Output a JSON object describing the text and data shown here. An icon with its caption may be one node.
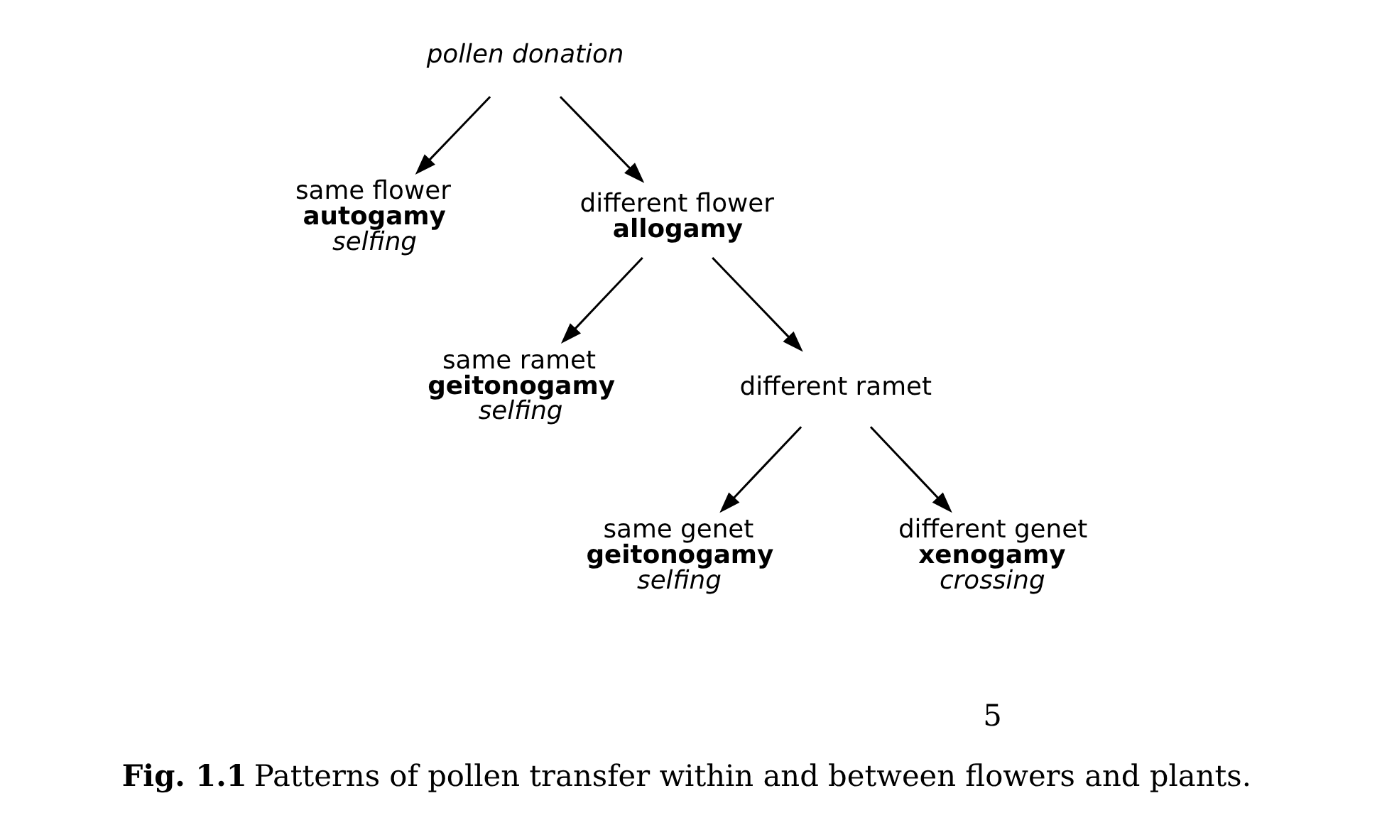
{
  "diagram": {
    "caption": "**Fig. 1.1** Patterns of pollen transfer within and between flowers and plants.",
    "nodes": [
      {
        "text": [
          "pollen donation"
        ]
      },
      {
        "text": [
          "same flower",
          "autogamy",
          "selfing"
        ]
      },
      {
        "text": [
          "different flower",
          "allogamy"
        ]
      },
      {
        "text": [
          "same ramet",
          "geitonogamy",
          "selfing"
        ]
      },
      {
        "text": [
          "different ramet"
        ]
      },
      {
        "text": [
          "same genet",
          "geitonogamy",
          "selfing"
        ]
      },
      {
        "text": [
          "different genet",
          "xenogamy",
          "crossing"
        ]
      }
    ],
    "edges": [
      {
        "from": 0,
        "to": 1,
        "arrow": "to"
      },
      {
        "from": 0,
        "to": 2,
        "arrow": "to"
      },
      {
        "from": 2,
        "to": 3,
        "arrow": "to"
      },
      {
        "from": 2,
        "to": 4,
        "arrow": "to"
      },
      {
        "from": 4,
        "to": 5,
        "arrow": "to"
      },
      {
        "from": 4,
        "to": 6,
        "arrow": "to"
      }
    ],
    "labels": [
      "5"
    ]
  }
}
